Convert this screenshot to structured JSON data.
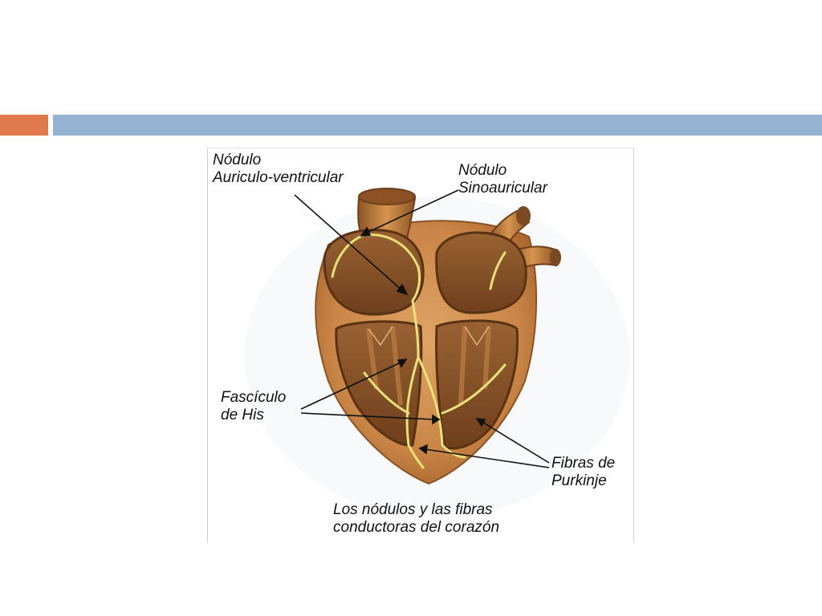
{
  "colors": {
    "accent_bar": "#e07a4c",
    "main_bar": "#94b3d3",
    "heart_body": "#c9874a",
    "heart_dark": "#7a4a23",
    "conduction_fibers": "#e8e07a"
  },
  "diagram": {
    "labels": {
      "av_node": [
        "Nódulo",
        "Auriculo-ventricular"
      ],
      "sa_node": [
        "Nódulo",
        "Sinoauricular"
      ],
      "his_bundle": [
        "Fascículo",
        "de His"
      ],
      "purkinje": [
        "Fibras de",
        "Purkinje"
      ],
      "caption": [
        "Los nódulos y las fibras",
        "conductoras del corazón"
      ]
    }
  }
}
